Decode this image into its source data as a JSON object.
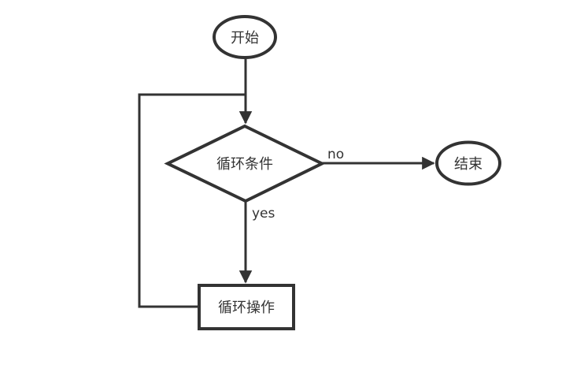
{
  "diagram": {
    "type": "flowchart",
    "background": "#ffffff",
    "colors": {
      "stroke": "#333333",
      "shape_fill": "#ffffff",
      "text": "#333333"
    },
    "nodes": {
      "start": {
        "label": "开始",
        "shape": "ellipse"
      },
      "condition": {
        "label": "循环条件",
        "shape": "diamond"
      },
      "end": {
        "label": "结束",
        "shape": "ellipse"
      },
      "operation": {
        "label": "循环操作",
        "shape": "rectangle"
      }
    },
    "edges": {
      "start_to_condition": {
        "label": "",
        "from": "start",
        "to": "condition"
      },
      "condition_to_end": {
        "label": "no",
        "from": "condition",
        "to": "end"
      },
      "condition_to_operation": {
        "label": "yes",
        "from": "condition",
        "to": "operation"
      },
      "operation_loop_back": {
        "label": "",
        "from": "operation",
        "to": "start_to_condition"
      }
    }
  }
}
